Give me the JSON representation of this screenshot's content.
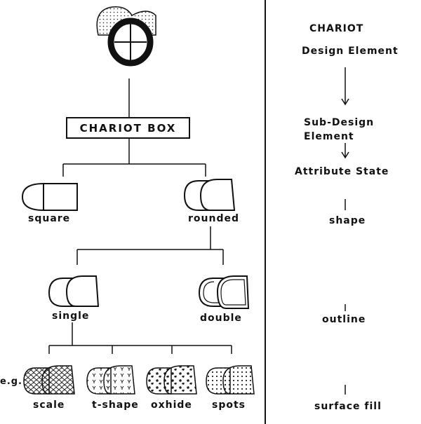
{
  "diagram": {
    "chariot_box": "CHARIOT BOX",
    "shape_labels": {
      "square": "square",
      "rounded": "rounded"
    },
    "outline_labels": {
      "single": "single",
      "double": "double"
    },
    "eg_label": "e.g.",
    "fill_labels": {
      "scale": "scale",
      "t_shape": "t-shape",
      "oxhide": "oxhide",
      "spots": "spots"
    }
  },
  "legend": {
    "title": "CHARIOT",
    "design_element": "Design Element",
    "sub_design_element_line1": "Sub-Design",
    "sub_design_element_line2": "Element",
    "attribute_state": "Attribute State",
    "shape": "shape",
    "outline": "outline",
    "surface_fill": "surface fill"
  }
}
